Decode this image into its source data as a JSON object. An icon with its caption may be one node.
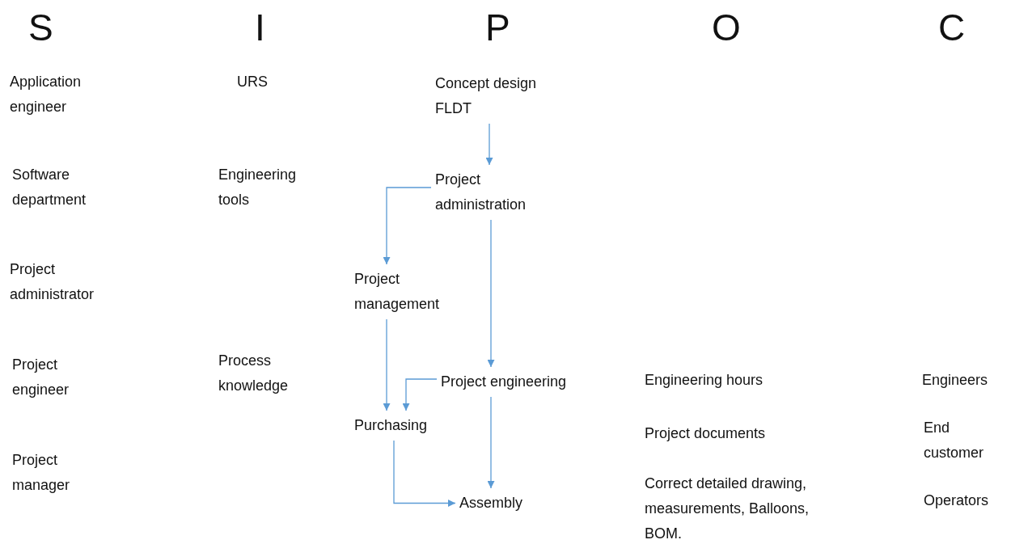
{
  "diagram": {
    "nodes": [
      {
        "text": [
          "Concept design FLDT"
        ]
      },
      {
        "text": [
          "Project administration"
        ]
      },
      {
        "text": [
          "Project management"
        ]
      },
      {
        "text": [
          "Project engineering"
        ]
      },
      {
        "text": [
          "Purchasing"
        ]
      },
      {
        "text": [
          "Assembly"
        ]
      }
    ],
    "edges": [
      {
        "from": 0,
        "to": 1,
        "arrow": "to"
      },
      {
        "from": 1,
        "to": 2,
        "arrow": "to"
      },
      {
        "from": 1,
        "to": 3,
        "arrow": "to"
      },
      {
        "from": 2,
        "to": 4,
        "arrow": "to"
      },
      {
        "from": 3,
        "to": 4,
        "arrow": "to"
      },
      {
        "from": 3,
        "to": 5,
        "arrow": "to"
      },
      {
        "from": 4,
        "to": 5,
        "arrow": "to"
      }
    ],
    "labels": [
      "S",
      "I",
      "P",
      "O",
      "C",
      "Application engineer",
      "Software department",
      "Project administrator",
      "Project engineer",
      "Project manager",
      "URS",
      "Engineering tools",
      "Process knowledge",
      "Engineering hours",
      "Project documents",
      "Correct detailed drawing, measurements, Balloons, BOM.",
      "Engineers",
      "End customer",
      "Operators"
    ]
  }
}
